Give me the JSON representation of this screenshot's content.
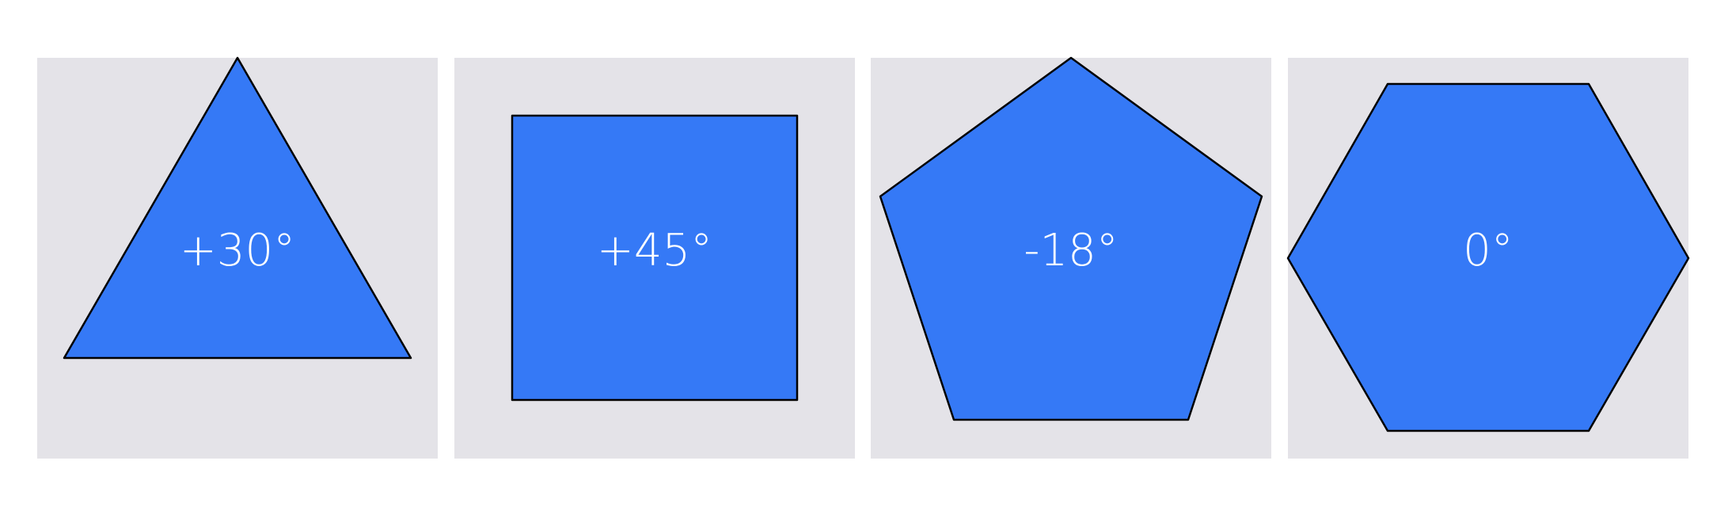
{
  "panels": [
    {
      "shape": "triangle",
      "sides": 3,
      "rotation_label": "+30°"
    },
    {
      "shape": "square",
      "sides": 4,
      "rotation_label": "+45°"
    },
    {
      "shape": "pentagon",
      "sides": 5,
      "rotation_label": "-18°"
    },
    {
      "shape": "hexagon",
      "sides": 6,
      "rotation_label": "0°"
    }
  ],
  "colors": {
    "background": "#ffffff",
    "panel": "#e4e3e8",
    "shape_fill": "#3579f6",
    "shape_stroke": "#000000",
    "label": "#ffffff"
  }
}
